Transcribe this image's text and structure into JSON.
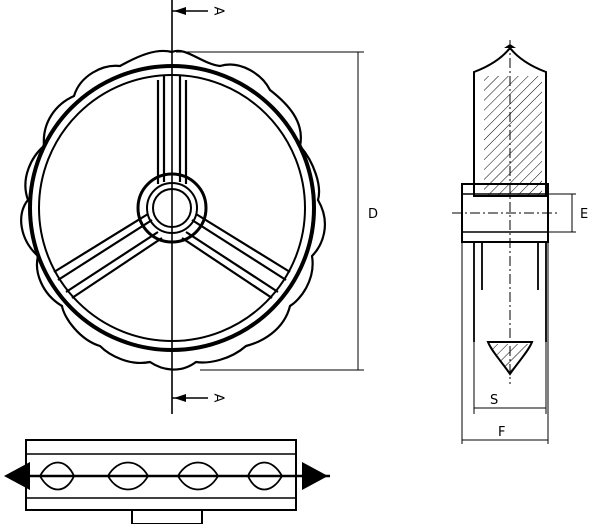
{
  "labels": {
    "section_top": "A",
    "section_bottom": "A",
    "diameter": "D",
    "bore": "E",
    "hub_width": "S",
    "overall_width": "F"
  },
  "colors": {
    "ink": "#000000",
    "paper": "#ffffff"
  }
}
